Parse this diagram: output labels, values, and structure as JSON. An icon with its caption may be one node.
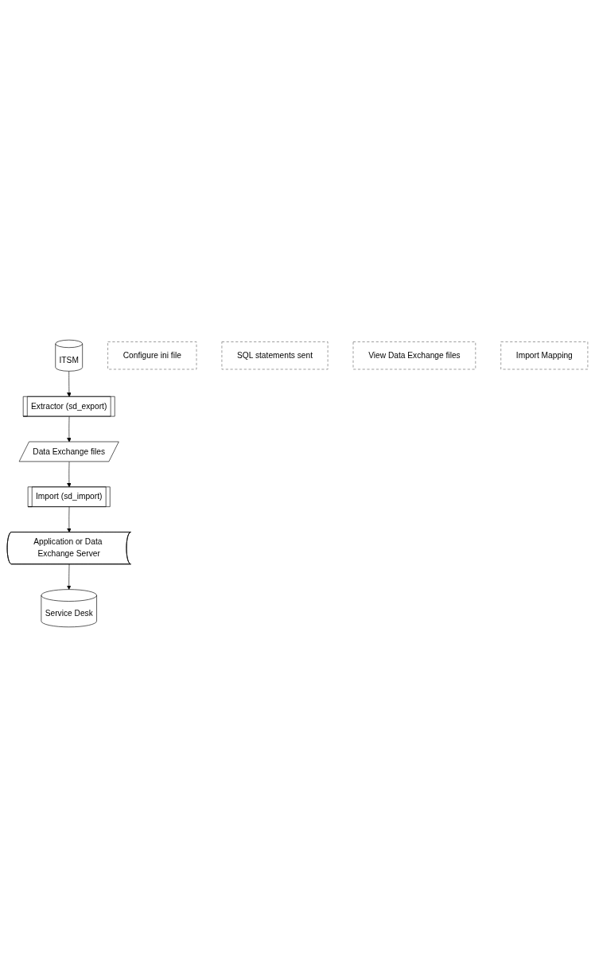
{
  "diagram": {
    "nodes": [
      {
        "text": [
          "ITSM"
        ]
      },
      {
        "text": [
          "Configure ini file"
        ]
      },
      {
        "text": [
          "SQL statements sent"
        ]
      },
      {
        "text": [
          "Extractor (sd_export)"
        ]
      },
      {
        "text": [
          "View Data Exchange files"
        ]
      },
      {
        "text": [
          "Data Exchange files"
        ]
      },
      {
        "text": [
          "Import Mapping"
        ]
      },
      {
        "text": [
          "Import (sd_import)"
        ]
      },
      {
        "text": [
          "Application or Data Exchange Server"
        ]
      },
      {
        "text": [
          "Service Desk"
        ]
      }
    ],
    "edges": [
      {
        "from": 0,
        "to": 3,
        "arrow": "to"
      },
      {
        "from": 3,
        "to": 5,
        "arrow": "to"
      },
      {
        "from": 5,
        "to": 7,
        "arrow": "to"
      },
      {
        "from": 7,
        "to": 8,
        "arrow": "to"
      },
      {
        "from": 8,
        "to": 9,
        "arrow": "to"
      }
    ]
  }
}
